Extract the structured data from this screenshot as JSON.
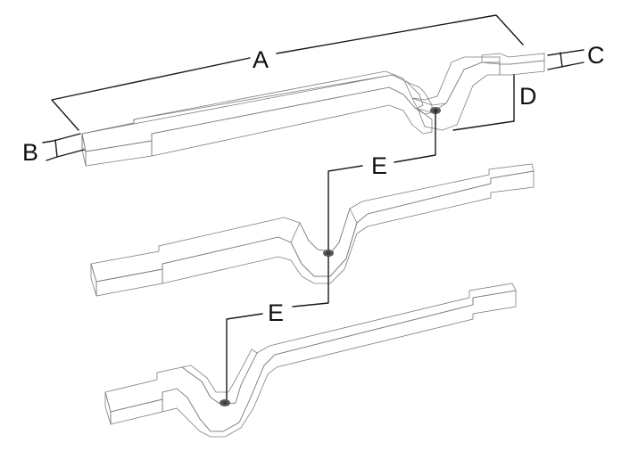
{
  "colors": {
    "metal_top": "#cfd0d2",
    "metal_side": "#a9abae",
    "metal_dark": "#8b8d91",
    "hole": "#5a5c60",
    "line": "#1a1a1a"
  },
  "labels": {
    "A": "A",
    "B": "B",
    "C": "C",
    "D": "D",
    "E_top": "E",
    "E_mid": "E"
  }
}
